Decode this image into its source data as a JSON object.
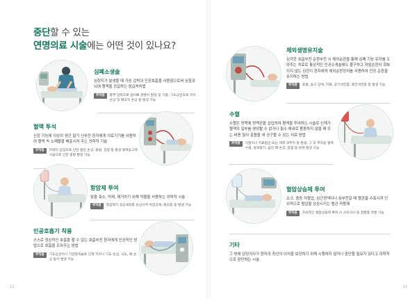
{
  "title": {
    "line1_hl": "중단",
    "line1_rest": "할 수 있는",
    "line2_hl": "연명의료 시술",
    "line2_rest": "에는 어떤 것이 있나요?"
  },
  "side_effect_label": "부작용",
  "sections": {
    "cpr": {
      "title": "심폐소생술",
      "desc": "심정지가 발생할 때 가슴 압박과 인공호흡을 사용함으로써 심장과 뇌에 혈액을 공급하는 응급처치법",
      "side": "흉부 압박으로 갈비뼈 골절이 발생 및 기흉, 기도삽관으로 치아 손상 및 폐조직 손상 등 발생 가능"
    },
    "dialysis": {
      "title": "혈액 투석",
      "desc": "신장 기능에 이상이 생긴 말기 신부전 환자에게 의료기기를 사용하여 혈액 속 노폐물을 배출시켜 주는 의학적 기술",
      "side": "카테터 삽입으로 인한 혈관 손상, 출혈, 감염 등 발생 혈액응고제 사용으로 인한 출혈 발생 가능"
    },
    "chemo": {
      "title": "항암제 투여",
      "desc": "암을 축소, 억제, 제거하기 위해 약물을 사용하는 의학적 시술",
      "side": "항암제가 정상세포를 손상시켜 위장장애, 탈모증 등 발생 가능"
    },
    "ventilator": {
      "title": "인공호흡기 착용",
      "desc": "스스로 정상적인 호흡을 할 수 없는 호흡부전 환자에게 인공적인 방법으로 호흡을 도와주는 방법",
      "side": "기도삽관이나 기관절개술로 인해 치아나 기도 손상, 식도, 폐 손상 등이 발생 가능"
    },
    "ecmo": {
      "title": "체외생명유지술",
      "desc": "심각한 호흡부전 순환부전 시 체외순환을 통해 심폐 기능 유지를 도와주는 치료로 통상적인 인공소생술에도 불구하고 자발순환이 회복되지 않는 심정지 환자에게 체외순환장치를 사용하여 인공 순환을 유지하는 방법",
      "side": "출혈, 응고 장애, 허혈, 공기색전증, 혈전색전증 등 발생 가능"
    },
    "transfusion": {
      "title": "수혈",
      "desc": "수혈은 정맥에 정맥관을 삽입하여 혈액을 투여하는 시술로 신체가 혈액의 일부를 생성할 수 없거나 필수 체내로 활동하지 않을 때 또는 비용 많이 출혈을 새 공구할 수 있는 치료 방법",
      "side": "이형이나 치료법인 또는 세액 과부하 등 발생, 그 외 부작용 혈액 수혈, 혈색증기, 급성 폐 손상, 감염 등 문제 발생 가능"
    },
    "pressor": {
      "title": "혈압상승제 투여",
      "desc": "쇼크, 중증 저혈압, 심근경색이나 심부전일 때 혈관을 수축시켜 인위적으로 혈압을 상승시키는 혈관 작용제",
      "side": "지속적인 혈압상승제 투여 시 사지괴사 등 합병증 유발 가능"
    },
    "etc": {
      "title": "기타",
      "desc": "그 밖에 담당의사가 환자의 최선의 이익을 보장하기 위해 시행하지 않거나 중단할 필요가 있다고 의학적으로 판단하는 시술"
    }
  },
  "page_numbers": {
    "left": "12",
    "right": "13"
  }
}
